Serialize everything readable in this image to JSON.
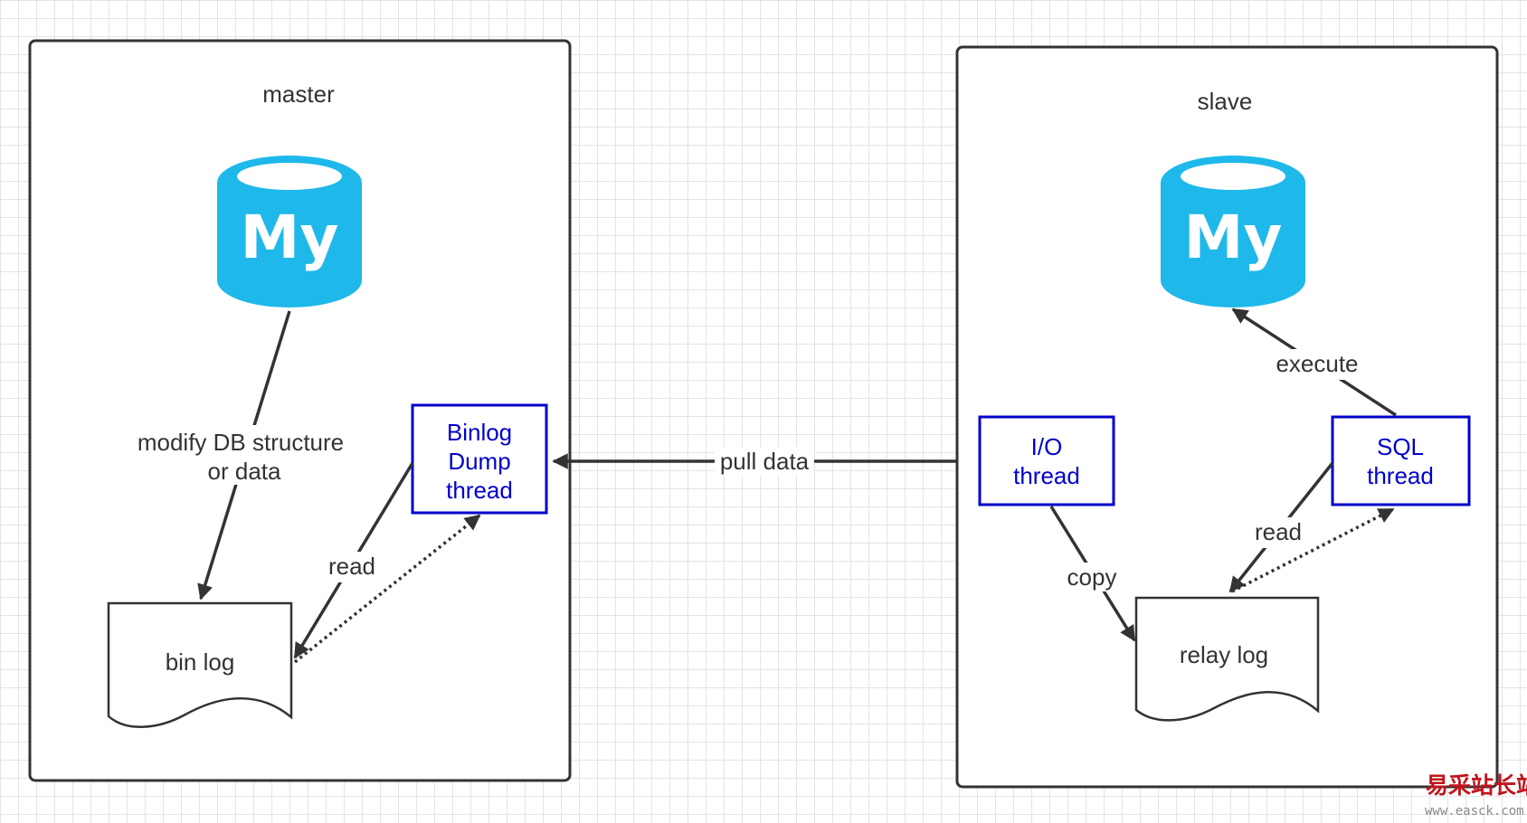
{
  "master": {
    "title": "master",
    "db_logo_text": "My",
    "edge_modify_line1": "modify DB structure",
    "edge_modify_line2": "or data",
    "dump_thread": [
      "Binlog",
      "Dump",
      "thread"
    ],
    "edge_read": "read",
    "binlog": "bin log"
  },
  "pull_label": "pull data",
  "slave": {
    "title": "slave",
    "db_logo_text": "My",
    "io_thread": [
      "I/O",
      "thread"
    ],
    "sql_thread": [
      "SQL",
      "thread"
    ],
    "edge_execute": "execute",
    "edge_copy": "copy",
    "edge_read": "read",
    "relaylog": "relay log"
  },
  "watermark": {
    "line1": "易采站长站",
    "line2": "www.easck.com"
  },
  "colors": {
    "mysql_blue": "#1fb8ea",
    "thread_blue": "#0000cc",
    "line": "#333333"
  }
}
